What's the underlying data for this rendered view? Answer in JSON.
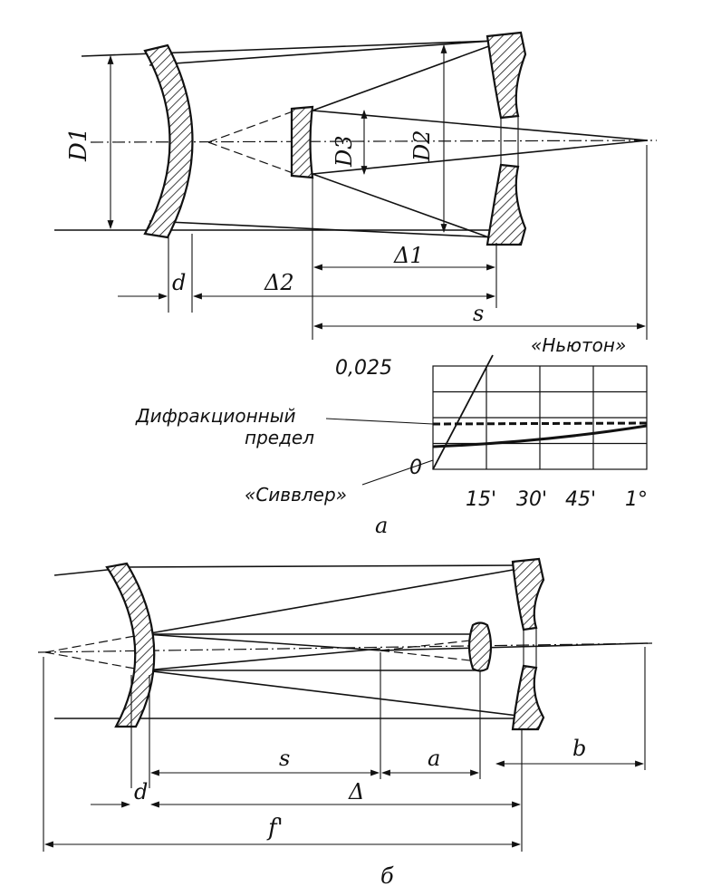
{
  "diagram_a": {
    "labels": {
      "d1": "D1",
      "d2": "D2",
      "d3": "D3",
      "delta1": "Δ1",
      "delta2": "Δ2",
      "s": "s",
      "d": "d"
    },
    "caption": "а"
  },
  "chart_data": {
    "type": "line",
    "y_top_label": "0,025",
    "y_zero_label": "0",
    "x_tick_labels": [
      "15'",
      "30'",
      "45'",
      "1°"
    ],
    "diffraction_limit_label_line1": "Дифракционный",
    "diffraction_limit_label_line2": "предел",
    "series_newton_label": "«Ньютон»",
    "series_sivlvr_label": "«Сиввлер»"
  },
  "diagram_b": {
    "labels": {
      "s": "s",
      "a": "a",
      "b": "b",
      "delta": "Δ",
      "d": "d",
      "f": "f'"
    },
    "caption": "б"
  }
}
